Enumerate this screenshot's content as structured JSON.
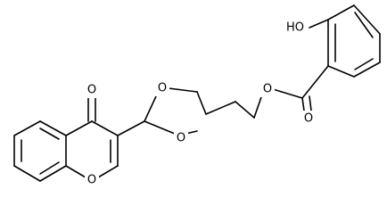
{
  "atoms": {
    "ketone_o": "O",
    "chromone_o": "O",
    "dioxolane_o_top": "O",
    "dioxolane_o_bottom": "O",
    "ester_o_single": "O",
    "ester_o_double": "O",
    "hydroxyl": "HO"
  }
}
